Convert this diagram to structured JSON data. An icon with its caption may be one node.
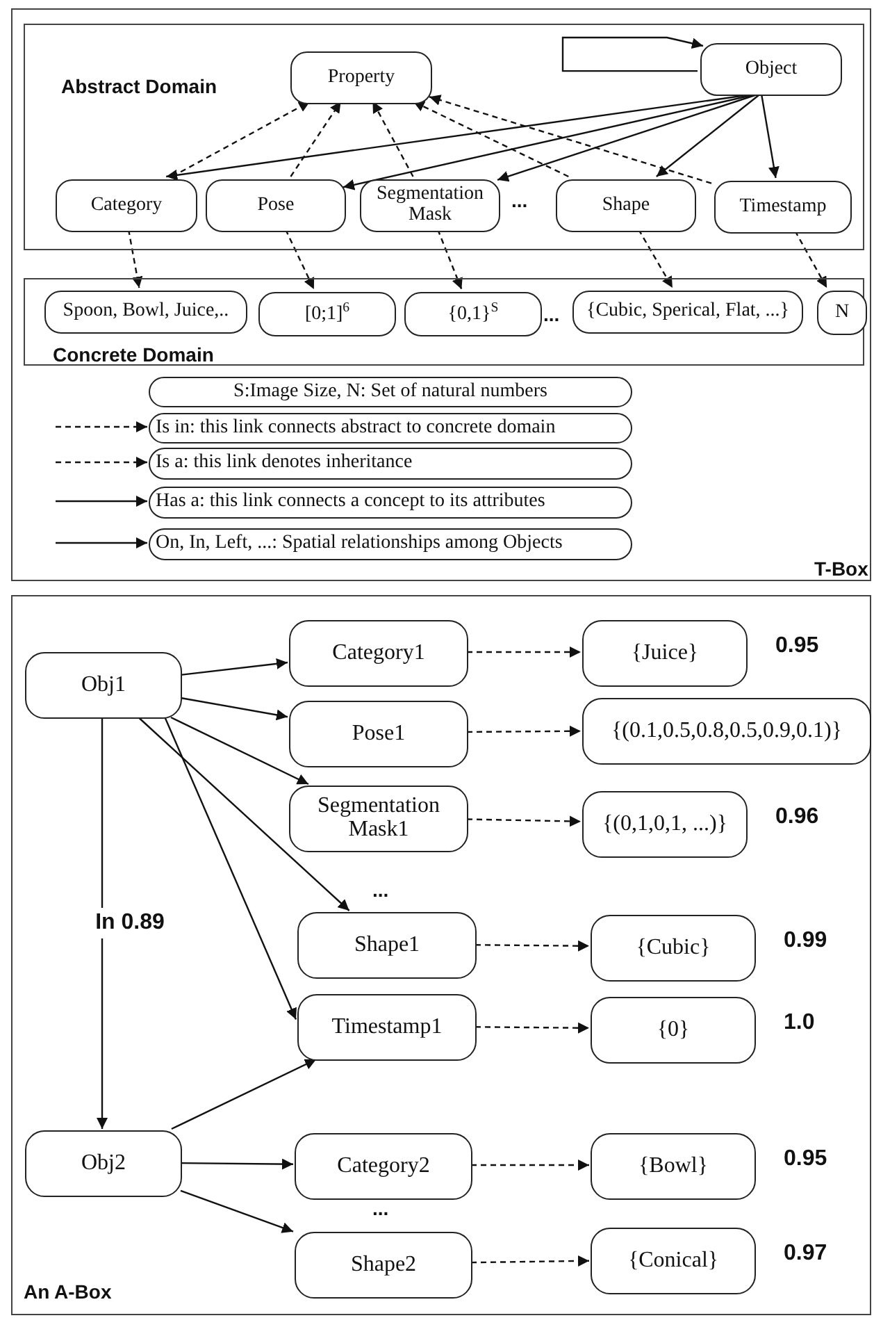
{
  "diagram": {
    "nodes": [
      {
        "text": [
          "T-Box"
        ]
      },
      {
        "text": [
          "Abstract Domain"
        ],
        "in": 0
      },
      {
        "text": [
          "Property"
        ],
        "in": 1
      },
      {
        "text": [
          "Object"
        ],
        "in": 1
      },
      {
        "text": [
          "Category"
        ],
        "in": 1
      },
      {
        "text": [
          "Pose"
        ],
        "in": 1
      },
      {
        "text": [
          "Segmentation Mask"
        ],
        "in": 1
      },
      {
        "text": [
          "Shape"
        ],
        "in": 1
      },
      {
        "text": [
          "Timestamp"
        ],
        "in": 1
      },
      {
        "text": [
          "Concrete Domain"
        ],
        "in": 0
      },
      {
        "text": [
          "Spoon, Bowl, Juice,.."
        ],
        "in": 9
      },
      {
        "text": [
          "[0;1]$^{6}$"
        ],
        "in": 9
      },
      {
        "text": [
          "{0,1}$^{S}$"
        ],
        "in": 9
      },
      {
        "text": [
          "{Cubic, Sperical, Flat, ...}"
        ],
        "in": 9
      },
      {
        "text": [
          "N"
        ],
        "in": 9
      },
      {
        "text": [
          "S:Image Size, N: Set of natural numbers"
        ],
        "in": 0
      },
      {
        "text": [
          "Is in: this link connects abstract to concrete domain"
        ],
        "in": 0
      },
      {
        "text": [
          "Is a: this link denotes inheritance"
        ],
        "in": 0
      },
      {
        "text": [
          "Has a: this link connects a concept to its attributes"
        ],
        "in": 0
      },
      {
        "text": [
          "On, In, Left, ...: Spatial relationships among Objects"
        ],
        "in": 0
      },
      {
        "text": [
          "An A-Box"
        ]
      },
      {
        "text": [
          "Obj1"
        ],
        "in": 20
      },
      {
        "text": [
          "Category1"
        ],
        "in": 20
      },
      {
        "text": [
          "{Juice}"
        ],
        "in": 20,
        "beside": [
          "0.95"
        ]
      },
      {
        "text": [
          "Pose1"
        ],
        "in": 20
      },
      {
        "text": [
          "{(0.1,0.5,0.8,0.5,0.9,0.1)}"
        ],
        "in": 20
      },
      {
        "text": [
          "Segmentation Mask1"
        ],
        "in": 20
      },
      {
        "text": [
          "{(0,1,0,1, ...)}"
        ],
        "in": 20,
        "beside": [
          "0.96"
        ]
      },
      {
        "text": [
          "Shape1"
        ],
        "in": 20
      },
      {
        "text": [
          "{Cubic}"
        ],
        "in": 20,
        "beside": [
          "0.99"
        ]
      },
      {
        "text": [
          "Timestamp1"
        ],
        "in": 20
      },
      {
        "text": [
          "{0}"
        ],
        "in": 20,
        "beside": [
          "1.0"
        ]
      },
      {
        "text": [
          "Obj2"
        ],
        "in": 20
      },
      {
        "text": [
          "Category2"
        ],
        "in": 20
      },
      {
        "text": [
          "{Bowl}"
        ],
        "in": 20,
        "beside": [
          "0.95"
        ]
      },
      {
        "text": [
          "Shape2"
        ],
        "in": 20
      },
      {
        "text": [
          "{Conical}"
        ],
        "in": 20,
        "beside": [
          "0.97"
        ]
      }
    ],
    "edges": [
      {
        "from": 3,
        "to": 3,
        "arrow": "to"
      },
      {
        "from": 3,
        "to": 4,
        "arrow": "to"
      },
      {
        "from": 3,
        "to": 5,
        "arrow": "to"
      },
      {
        "from": 3,
        "to": 6,
        "arrow": "to"
      },
      {
        "from": 3,
        "to": 7,
        "arrow": "to"
      },
      {
        "from": 3,
        "to": 8,
        "arrow": "to"
      },
      {
        "from": 4,
        "to": 2,
        "arrow": "to",
        "style": "dashed"
      },
      {
        "from": 5,
        "to": 2,
        "arrow": "to",
        "style": "dashed"
      },
      {
        "from": 6,
        "to": 2,
        "arrow": "to",
        "style": "dashed"
      },
      {
        "from": 7,
        "to": 2,
        "arrow": "to",
        "style": "dashed"
      },
      {
        "from": 8,
        "to": 2,
        "arrow": "to",
        "style": "dashed"
      },
      {
        "from": 4,
        "to": 10,
        "arrow": "to",
        "style": "dashed"
      },
      {
        "from": 5,
        "to": 11,
        "arrow": "to",
        "style": "dashed"
      },
      {
        "from": 6,
        "to": 12,
        "arrow": "to",
        "style": "dashed"
      },
      {
        "from": 7,
        "to": 13,
        "arrow": "to",
        "style": "dashed"
      },
      {
        "from": 8,
        "to": 14,
        "arrow": "to",
        "style": "dashed"
      },
      {
        "from": null,
        "to": 16,
        "arrow": "to",
        "style": "dashed"
      },
      {
        "from": null,
        "to": 17,
        "arrow": "to",
        "style": "dashed"
      },
      {
        "from": null,
        "to": 18,
        "arrow": "to"
      },
      {
        "from": null,
        "to": 19,
        "arrow": "to"
      },
      {
        "from": 21,
        "to": 22,
        "arrow": "to"
      },
      {
        "from": 21,
        "to": 24,
        "arrow": "to"
      },
      {
        "from": 21,
        "to": 26,
        "arrow": "to"
      },
      {
        "from": 21,
        "to": 28,
        "arrow": "to"
      },
      {
        "from": 21,
        "to": 30,
        "arrow": "to"
      },
      {
        "from": 21,
        "to": 32,
        "arrow": "to",
        "label": "In 0.89"
      },
      {
        "from": 22,
        "to": 23,
        "arrow": "to",
        "style": "dashed"
      },
      {
        "from": 24,
        "to": 25,
        "arrow": "to",
        "style": "dashed"
      },
      {
        "from": 26,
        "to": 27,
        "arrow": "to",
        "style": "dashed"
      },
      {
        "from": 28,
        "to": 29,
        "arrow": "to",
        "style": "dashed"
      },
      {
        "from": 30,
        "to": 31,
        "arrow": "to",
        "style": "dashed"
      },
      {
        "from": 32,
        "to": 30,
        "arrow": "to"
      },
      {
        "from": 32,
        "to": 33,
        "arrow": "to"
      },
      {
        "from": 32,
        "to": 35,
        "arrow": "to"
      },
      {
        "from": 33,
        "to": 34,
        "arrow": "to",
        "style": "dashed"
      },
      {
        "from": 35,
        "to": 36,
        "arrow": "to",
        "style": "dashed"
      }
    ],
    "labels": [
      "...",
      "...",
      "...",
      "..."
    ]
  }
}
